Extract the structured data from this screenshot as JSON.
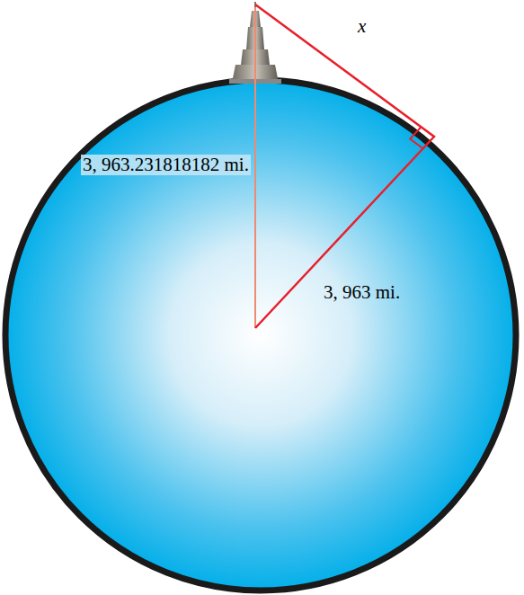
{
  "diagram": {
    "labels": [
      "x",
      "3, 963.231818182 mi.",
      "3, 963 mi."
    ]
  }
}
